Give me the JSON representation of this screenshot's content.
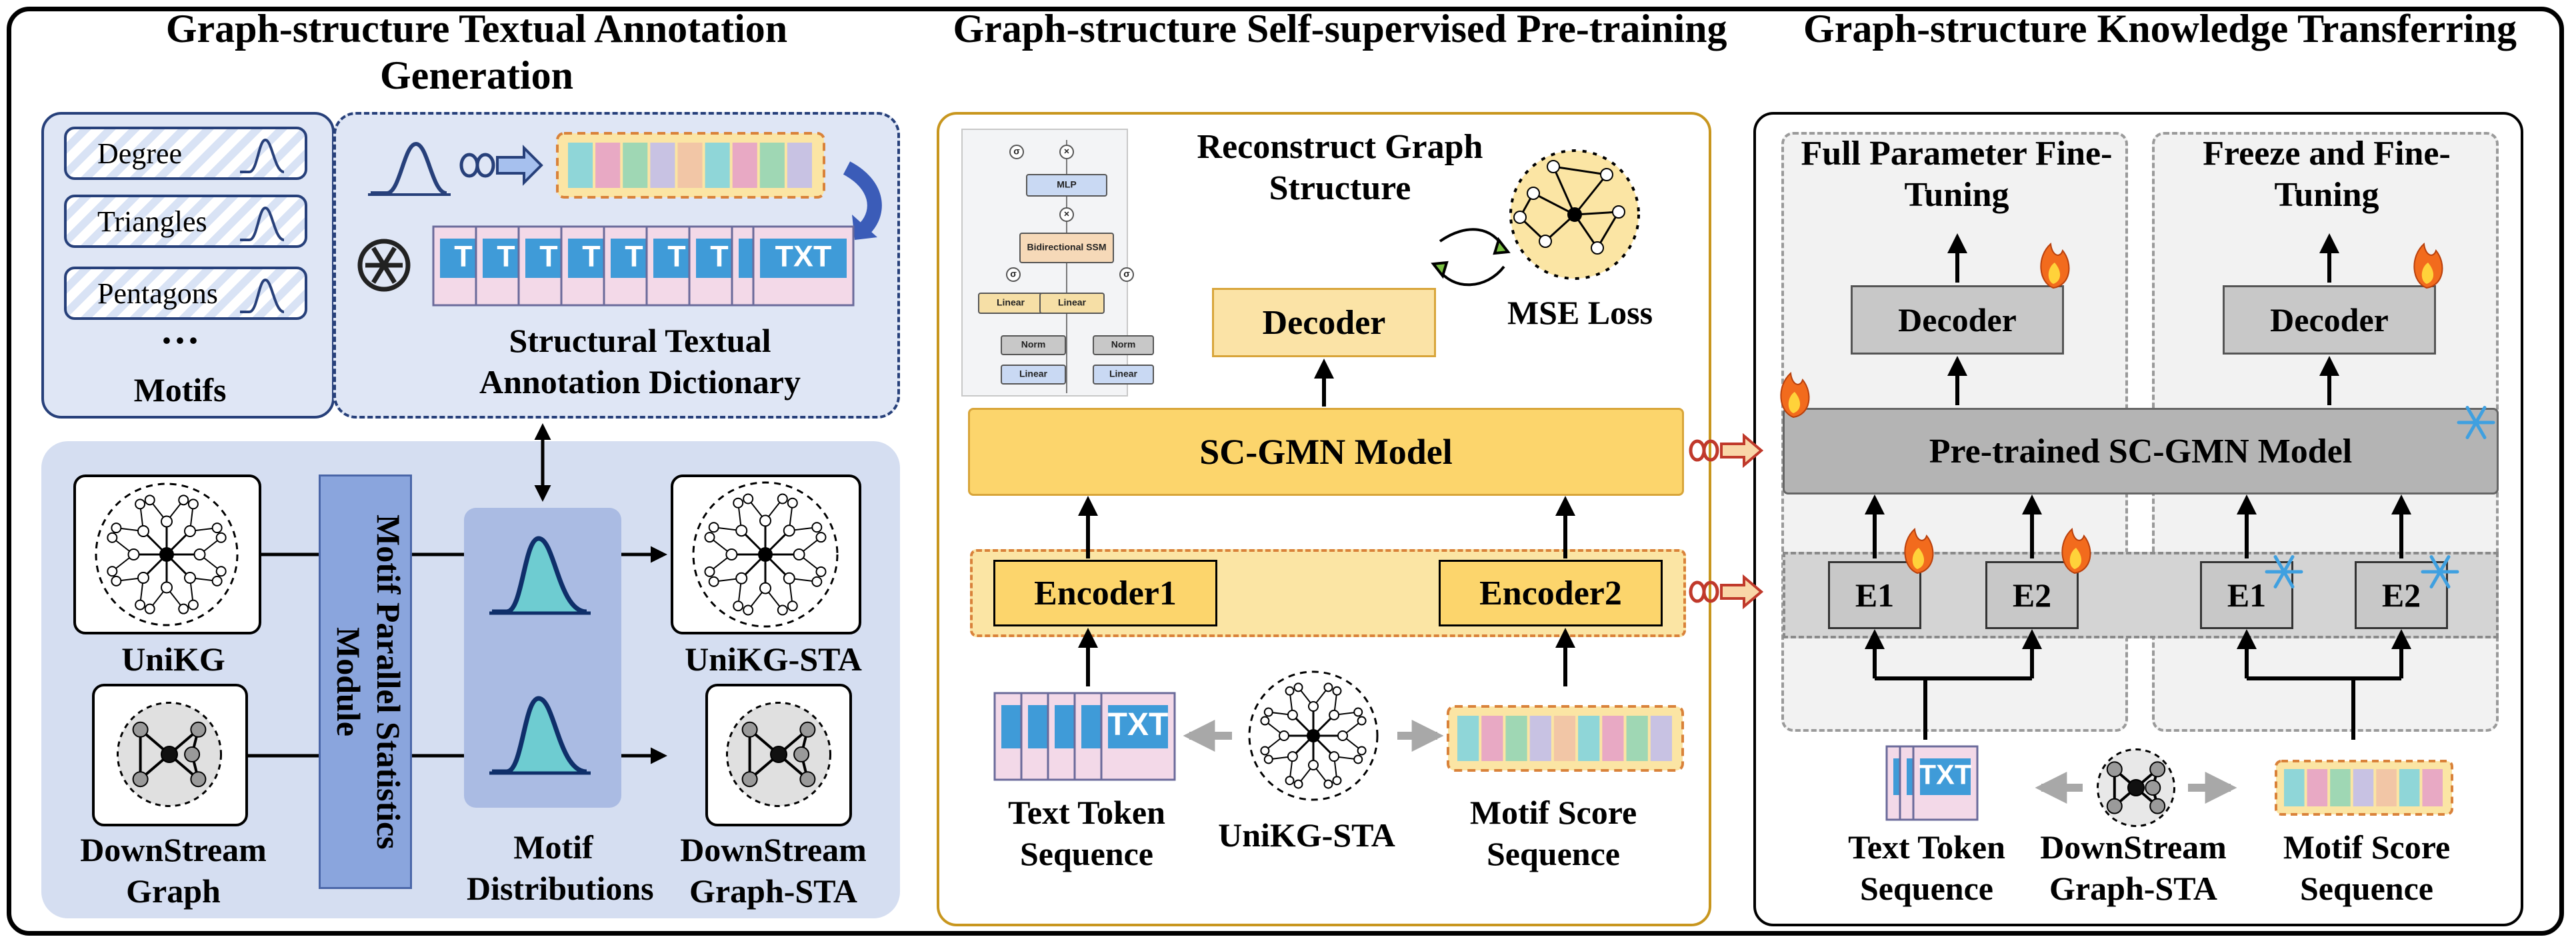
{
  "headers": {
    "left": "Graph-structure Textual Annotation Generation",
    "middle": "Graph-structure Self-supervised Pre-training",
    "right": "Graph-structure Knowledge Transferring"
  },
  "left": {
    "motif_items": [
      "Degree",
      "Triangles",
      "Pentagons"
    ],
    "ellipsis": "···",
    "motifs_label": "Motifs",
    "dictionary_label": "Structural Textual Annotation Dictionary",
    "txt_card": "TXT",
    "t_card": "T",
    "module_label": "Motif Parallel Statistics Module",
    "unikg_label": "UniKG",
    "downstream_graph_label": "DownStream Graph",
    "motif_distributions_label": "Motif Distributions",
    "unikg_sta_label": "UniKG-STA",
    "downstream_sta_label": "DownStream Graph-STA"
  },
  "middle": {
    "reconstruct_label": "Reconstruct Graph Structure",
    "mse_label": "MSE Loss",
    "decoder_label": "Decoder",
    "model_label": "SC-GMN Model",
    "encoder1_label": "Encoder1",
    "encoder2_label": "Encoder2",
    "text_token_label": "Text Token Sequence",
    "unikg_sta_label": "UniKG-STA",
    "motif_score_label": "Motif Score Sequence",
    "txt_card": "TXT",
    "inset": {
      "mlp": "MLP",
      "bssm": "Bidirectional SSM",
      "linear": "Linear",
      "norm": "Norm",
      "sigma": "σ",
      "times": "×"
    }
  },
  "right": {
    "full_ft_label": "Full Parameter Fine-Tuning",
    "freeze_ft_label": "Freeze and Fine-Tuning",
    "decoder_label": "Decoder",
    "pretrained_label": "Pre-trained SC-GMN Model",
    "e1_label": "E1",
    "e2_label": "E2",
    "text_token_label": "Text Token Sequence",
    "downstream_sta_label": "DownStream Graph-STA",
    "motif_score_label": "Motif Score Sequence",
    "txt_card": "TXT"
  },
  "colors": {
    "score_cells": [
      "#8fd6d8",
      "#e8a9c4",
      "#9fd7b4",
      "#c8c2e3",
      "#f2c6a6",
      "#8fd6d8",
      "#e8a9c4",
      "#9fd7b4",
      "#c8c2e3"
    ],
    "yellow_fill": "#fcd56c",
    "blue_panel": "#d5def1",
    "gray_box": "#c8c8c8",
    "module_blue": "#8aa5dd"
  }
}
